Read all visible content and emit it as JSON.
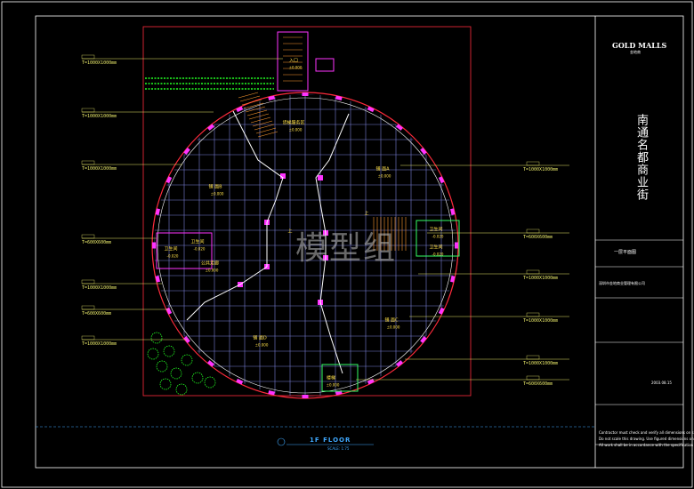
{
  "drawing": {
    "title_vertical": "南通名都商业街",
    "watermark": "模型组",
    "floor_title": "1F FLOOR",
    "floor_scale": "SCALE: 1:75",
    "logo_text": "GOLD MALLS",
    "logo_sub": "金地商",
    "project_label": "一层平面图",
    "company_line": "深圳市金地商业管理有限公司",
    "date_text": "2003.08.15",
    "notes": [
      "Contractor must check and verify all dimensions on site",
      "Do not scale this drawing. Use figured dimensions only",
      "All work shall be in accordance with the specification"
    ]
  },
  "rooms": [
    {
      "name": "入口",
      "elev": "±0.000"
    },
    {
      "name": "货梯服务区",
      "elev": "±0.000"
    },
    {
      "name": "铺 面A",
      "elev": "±0.000"
    },
    {
      "name": "铺 面B",
      "elev": "±0.000"
    },
    {
      "name": "铺 面C",
      "elev": "±0.000"
    },
    {
      "name": "铺 面D",
      "elev": "±0.000"
    },
    {
      "name": "卫生间",
      "elev": "-0.020"
    },
    {
      "name": "卫生间",
      "elev": "-0.020"
    },
    {
      "name": "公共走廊",
      "elev": "±0.000"
    },
    {
      "name": "卫生间",
      "elev": "-0.020"
    },
    {
      "name": "卫生间",
      "elev": "-0.020"
    },
    {
      "name": "楼梯",
      "elev": "±0.000"
    },
    {
      "name": "上",
      "elev": ""
    },
    {
      "name": "上",
      "elev": ""
    }
  ],
  "left_labels": [
    "T=1000X1000mm",
    "T=1000X1000mm",
    "T=1000X1000mm",
    "T=600X600mm",
    "T=1000X1000mm",
    "T=600X600mm",
    "T=1000X1000mm"
  ],
  "right_labels": [
    "T=1000X1000mm",
    "T=600X600mm",
    "T=1000X1000mm",
    "T=1000X1000mm",
    "T=1000X1000mm",
    "T=600X600mm"
  ],
  "colors": {
    "background": "#000000",
    "grid": "#7a80d8",
    "wall": "#ffffff",
    "column": "#ff33ff",
    "boundary": "#ff2b3c",
    "stair": "#ff9a2e",
    "landscape": "#22ff22",
    "text": "#ffe14a",
    "callout": "#e8e86a",
    "title": "#3fa9ff"
  }
}
